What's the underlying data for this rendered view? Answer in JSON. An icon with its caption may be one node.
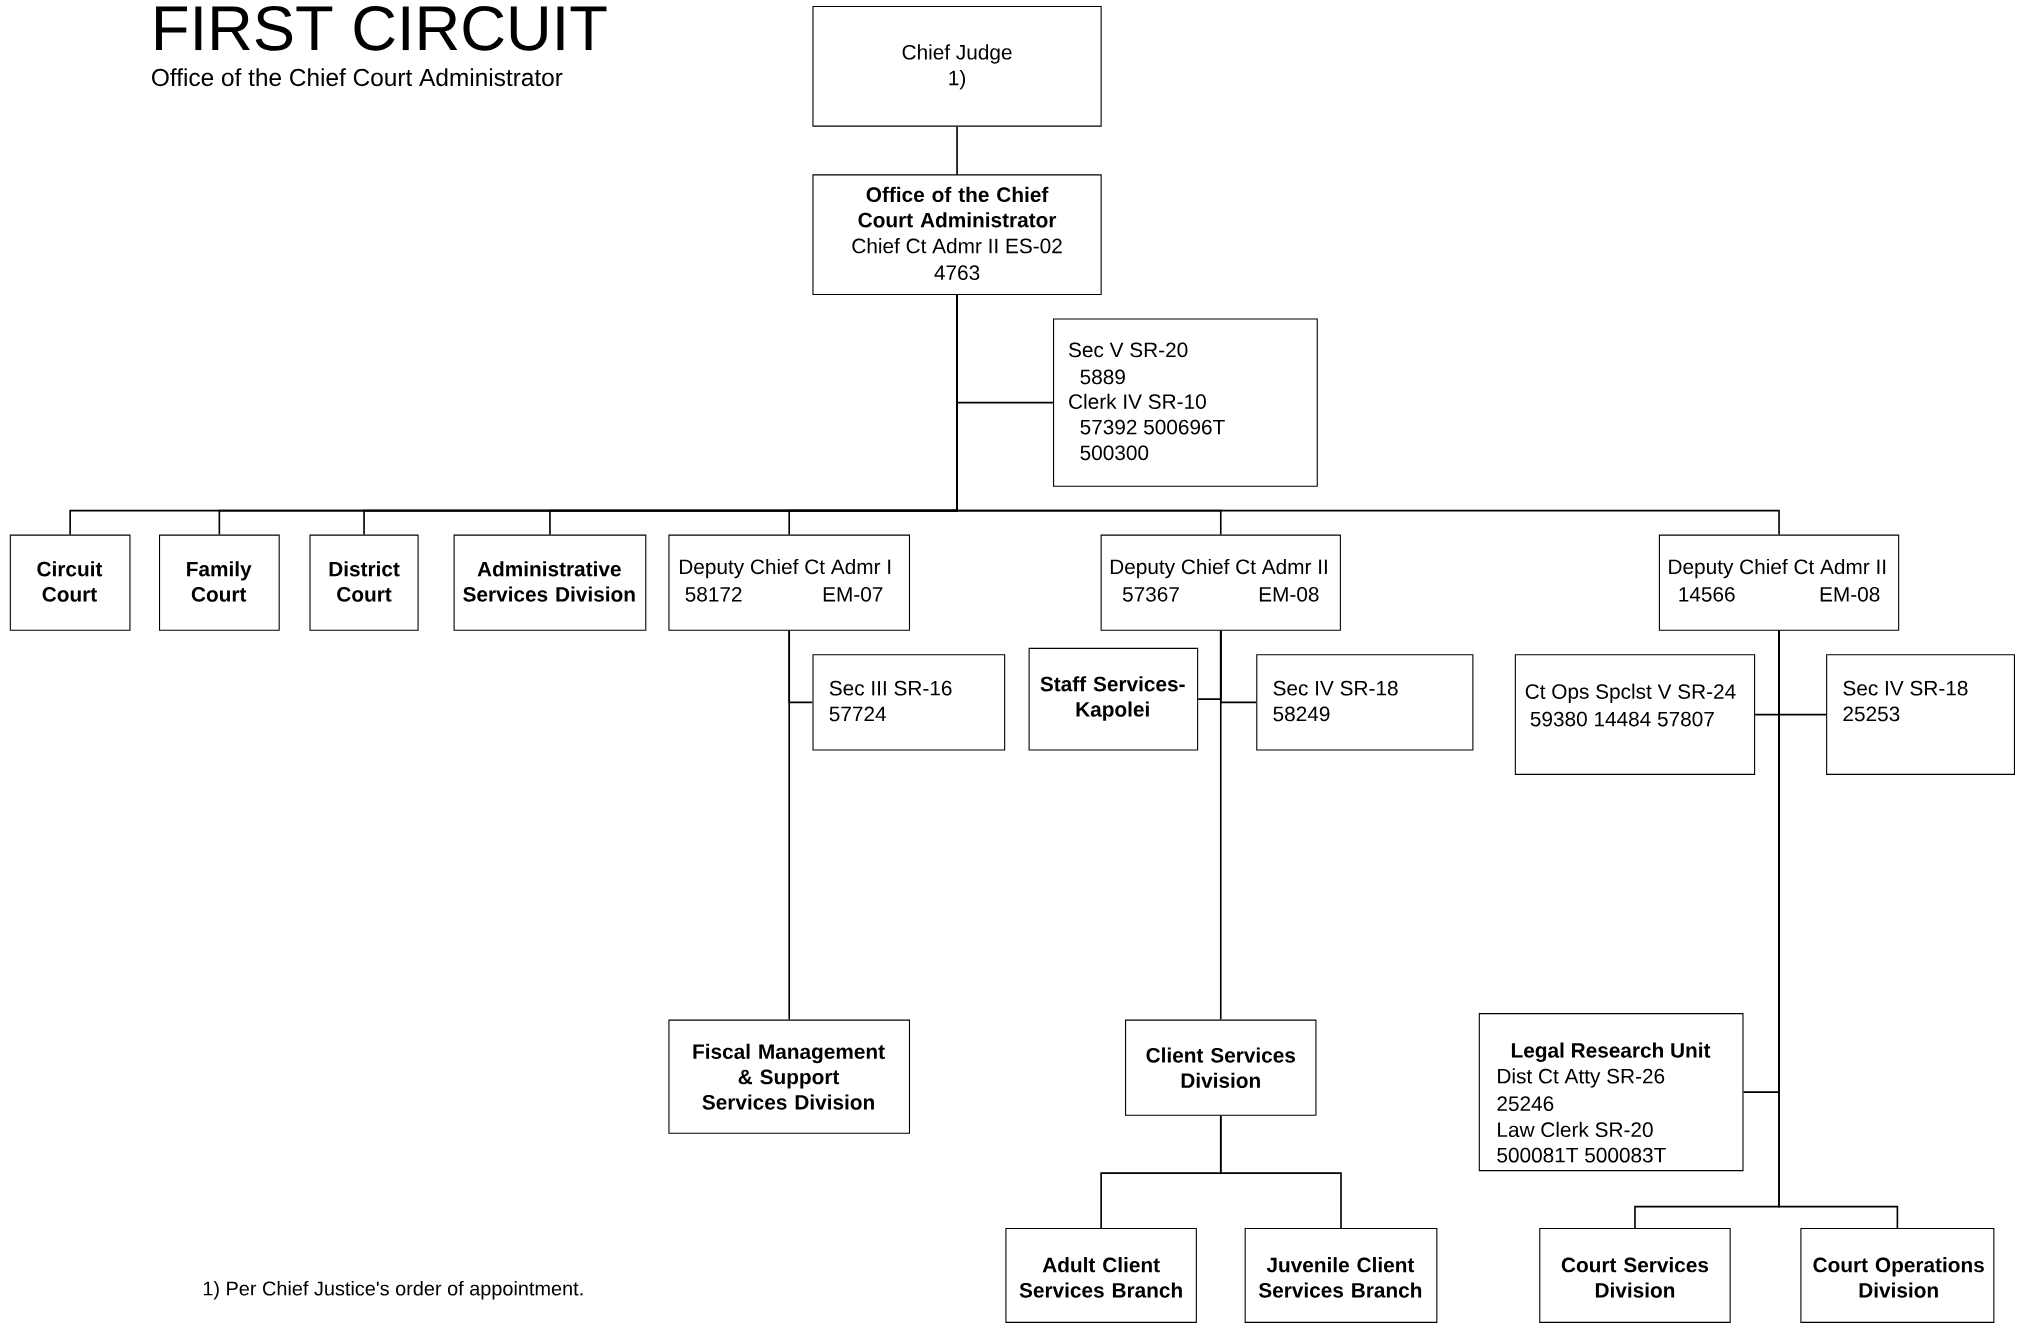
{
  "diagram": {
    "title": "FIRST CIRCUIT",
    "nodes": [
      {
        "text": [
          "Chief Judge",
          "1)"
        ]
      },
      {
        "text": [
          "Office of the Chief Court Administrator",
          "Chief Ct Admr II ES-02",
          "4763"
        ]
      },
      {
        "text": [
          "Sec V SR-20",
          "5889",
          "Clerk IV SR-10",
          "57392 500696T",
          "500300"
        ]
      },
      {
        "text": [
          "Circuit Court"
        ]
      },
      {
        "text": [
          "Family Court"
        ]
      },
      {
        "text": [
          "District Court"
        ]
      },
      {
        "text": [
          "Administrative Services Division"
        ]
      },
      {
        "text": [
          "Deputy Chief Ct Admr I",
          "58172",
          "EM-07"
        ]
      },
      {
        "text": [
          "Deputy Chief Ct Admr II",
          "57367",
          "EM-08"
        ]
      },
      {
        "text": [
          "Deputy Chief Ct Admr II",
          "14566",
          "EM-08"
        ]
      },
      {
        "text": [
          "Sec III SR-16",
          "57724"
        ]
      },
      {
        "text": [
          "Staff Services-Kapolei"
        ]
      },
      {
        "text": [
          "Sec IV SR-18",
          "58249"
        ]
      },
      {
        "text": [
          "Ct Ops Spclst V SR-24",
          "59380 14484 57807"
        ]
      },
      {
        "text": [
          "Sec IV SR-18",
          "25253"
        ]
      },
      {
        "text": [
          "Fiscal Management & Support Services Division"
        ]
      },
      {
        "text": [
          "Client Services Division"
        ]
      },
      {
        "text": [
          "Legal Research Unit",
          "Dist Ct Atty SR-26",
          "25246",
          "Law Clerk SR-20",
          "500081T 500083T"
        ]
      },
      {
        "text": [
          "Adult Client Services Branch"
        ]
      },
      {
        "text": [
          "Juvenile Client Services Branch"
        ]
      },
      {
        "text": [
          "Court Services Division"
        ]
      },
      {
        "text": [
          "Court Operations Division"
        ]
      }
    ],
    "edges": [
      {
        "from": 0,
        "to": 1,
        "arrow": "none"
      },
      {
        "from": 1,
        "to": 2,
        "arrow": "none"
      },
      {
        "from": 1,
        "to": 3,
        "arrow": "none"
      },
      {
        "from": 1,
        "to": 4,
        "arrow": "none"
      },
      {
        "from": 1,
        "to": 5,
        "arrow": "none"
      },
      {
        "from": 1,
        "to": 6,
        "arrow": "none"
      },
      {
        "from": 1,
        "to": 7,
        "arrow": "none"
      },
      {
        "from": 1,
        "to": 8,
        "arrow": "none"
      },
      {
        "from": 1,
        "to": 9,
        "arrow": "none"
      },
      {
        "from": 7,
        "to": 10,
        "arrow": "none"
      },
      {
        "from": 7,
        "to": 15,
        "arrow": "none"
      },
      {
        "from": 8,
        "to": 11,
        "arrow": "none"
      },
      {
        "from": 8,
        "to": 12,
        "arrow": "none"
      },
      {
        "from": 8,
        "to": 16,
        "arrow": "none"
      },
      {
        "from": 9,
        "to": 13,
        "arrow": "none"
      },
      {
        "from": 9,
        "to": 14,
        "arrow": "none"
      },
      {
        "from": 9,
        "to": 17,
        "arrow": "none"
      },
      {
        "from": 9,
        "to": 20,
        "arrow": "none"
      },
      {
        "from": 9,
        "to": 21,
        "arrow": "none"
      },
      {
        "from": 16,
        "to": 18,
        "arrow": "none"
      },
      {
        "from": 16,
        "to": 19,
        "arrow": "none"
      }
    ],
    "labels": [
      "Office of the Chief Court Administrator",
      "1) Per Chief Justice's order of appointment."
    ]
  }
}
